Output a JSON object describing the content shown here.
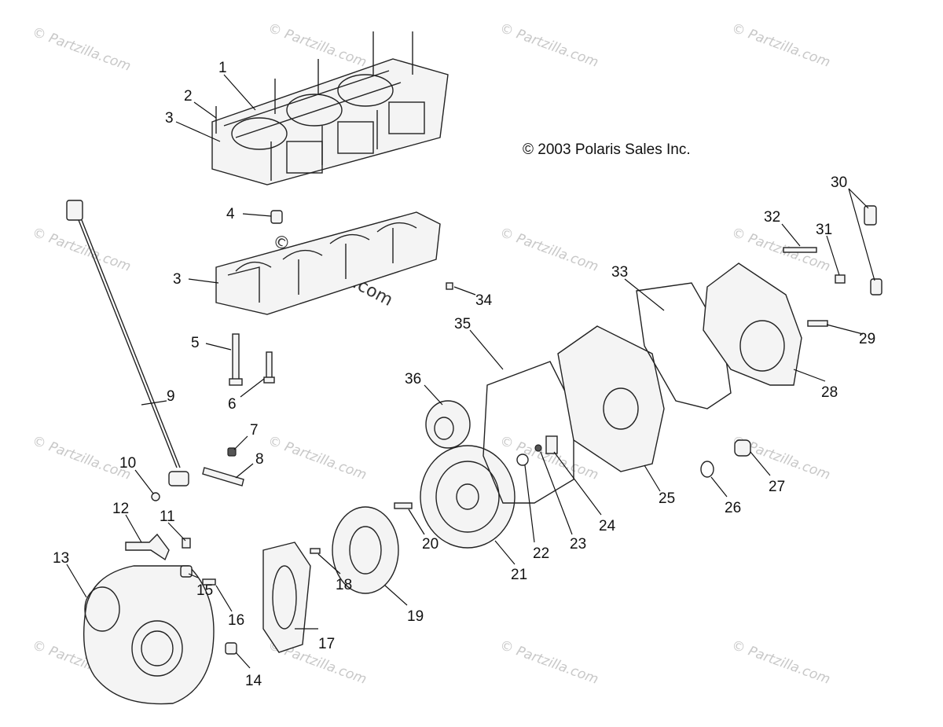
{
  "copyright": "© 2003 Polaris Sales Inc.",
  "watermark": "© Partzilla.com",
  "center_watermark": "© Partzilla.com",
  "callouts": [
    "1",
    "2",
    "3",
    "3",
    "4",
    "5",
    "6",
    "7",
    "8",
    "9",
    "10",
    "11",
    "12",
    "13",
    "14",
    "15",
    "16",
    "17",
    "18",
    "19",
    "20",
    "21",
    "22",
    "23",
    "24",
    "25",
    "26",
    "27",
    "28",
    "29",
    "30",
    "31",
    "32",
    "33",
    "34",
    "35",
    "36"
  ]
}
